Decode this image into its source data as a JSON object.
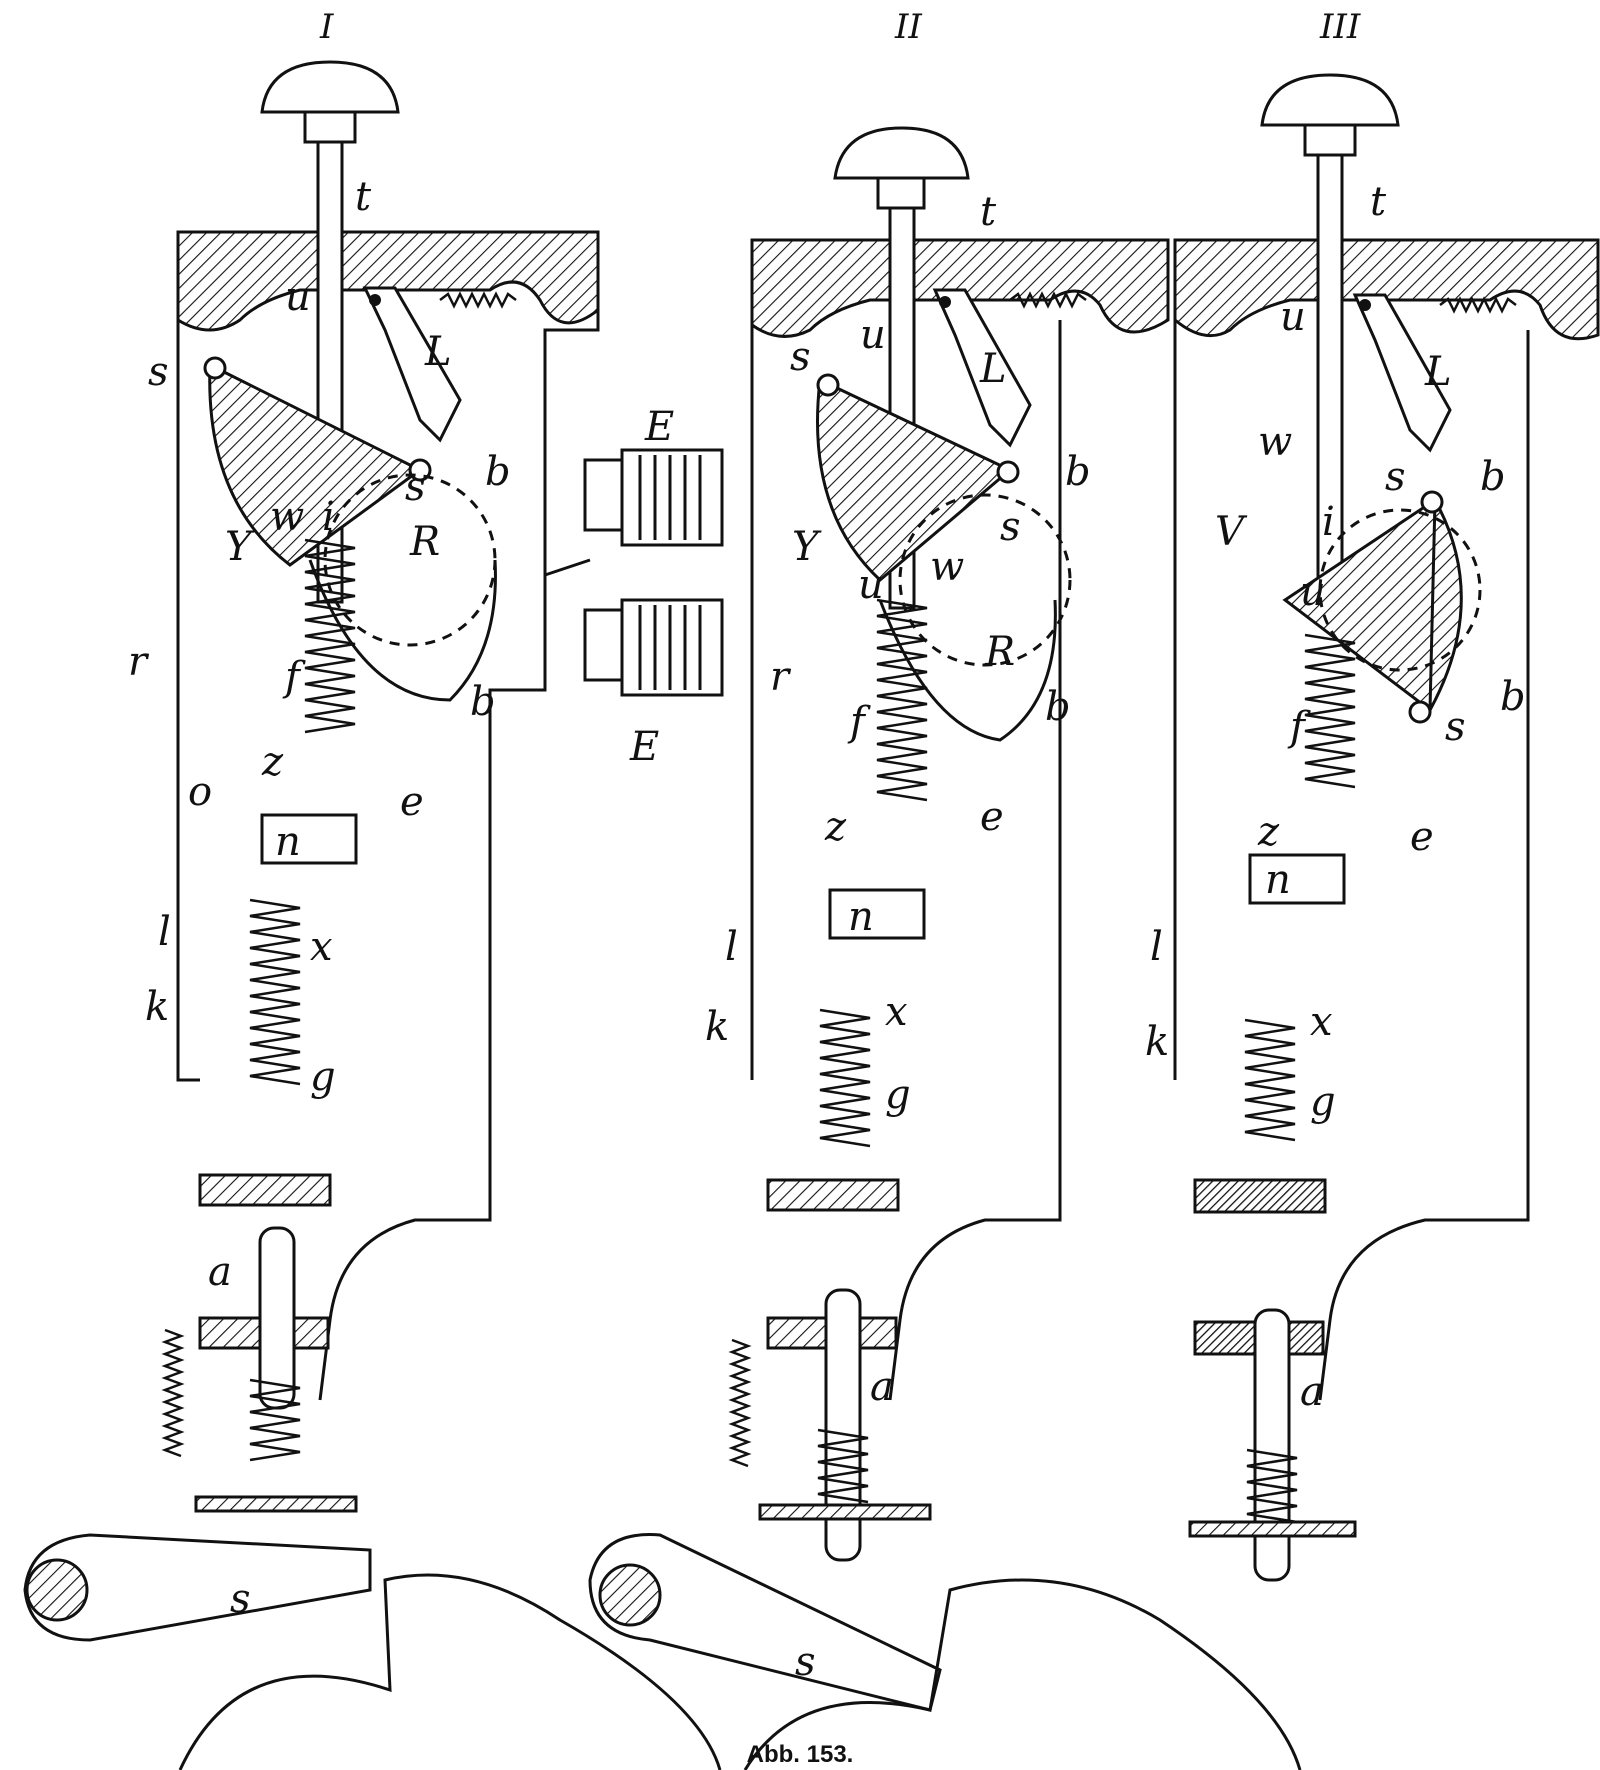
{
  "figure": {
    "caption": "Abb. 153.",
    "panels": [
      {
        "id": "I",
        "numeral": "I",
        "labels": {
          "t": "t",
          "u": "u",
          "s_top": "s",
          "L": "L",
          "b_top": "b",
          "Y": "Y",
          "w": "w",
          "i": "i",
          "s_mid": "s",
          "R": "R",
          "r": "r",
          "f": "f",
          "b_bot": "b",
          "z": "z",
          "o": "o",
          "e": "e",
          "n": "n",
          "l": "l",
          "x": "x",
          "k": "k",
          "g": "g",
          "a": "a",
          "s_lever": "s",
          "E_top": "E",
          "E_bot": "E"
        }
      },
      {
        "id": "II",
        "numeral": "II",
        "labels": {
          "t": "t",
          "u_top": "u",
          "s_top": "s",
          "L": "L",
          "b_top": "b",
          "Y": "Y",
          "u_mid": "u",
          "w": "w",
          "s_mid": "s",
          "R": "R",
          "r": "r",
          "f": "f",
          "b_bot": "b",
          "z": "z",
          "e": "e",
          "n": "n",
          "l": "l",
          "x": "x",
          "k": "k",
          "g": "g",
          "a": "a",
          "s_lever": "s"
        }
      },
      {
        "id": "III",
        "numeral": "III",
        "labels": {
          "t": "t",
          "u": "u",
          "L": "L",
          "w": "w",
          "s_top": "s",
          "b_top": "b",
          "V": "V",
          "i": "i",
          "u_mid": "u",
          "f": "f",
          "s_bot": "s",
          "b_bot": "b",
          "z": "z",
          "e": "e",
          "n": "n",
          "l": "l",
          "x": "x",
          "k": "k",
          "g": "g",
          "a": "a"
        }
      }
    ]
  }
}
